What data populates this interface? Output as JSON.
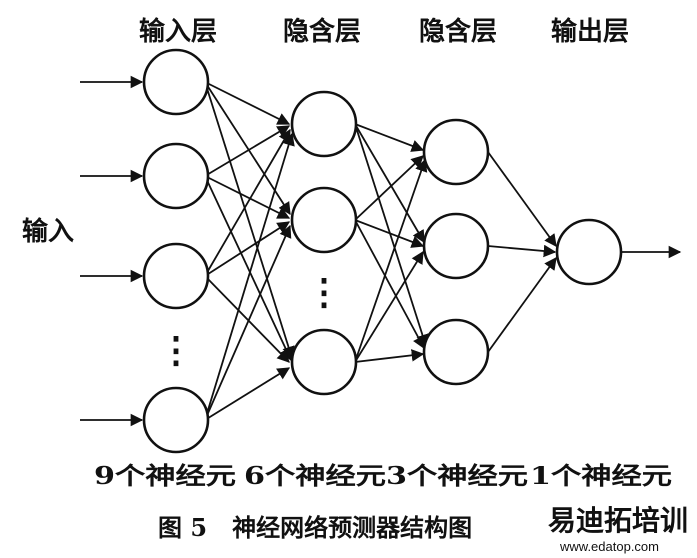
{
  "labels": {
    "input_layer": "输入层",
    "hidden_layer_1": "隐含层",
    "hidden_layer_2": "隐含层",
    "output_layer": "输出层",
    "input_side": "输入",
    "count_1": "9个神经元",
    "count_2": "6个神经元",
    "count_3": "3个神经元",
    "count_4": "1个神经元",
    "caption": "图 5   神经网络预测器结构图"
  },
  "ellipsis_symbol": "⋮",
  "watermark": {
    "logo_text": "易迪拓培训",
    "url": "www.edatop.com",
    "color": "#d9534f"
  },
  "layers": [
    9,
    6,
    3,
    1
  ],
  "colors": {
    "line": "#111111",
    "background": "#ffffff"
  }
}
